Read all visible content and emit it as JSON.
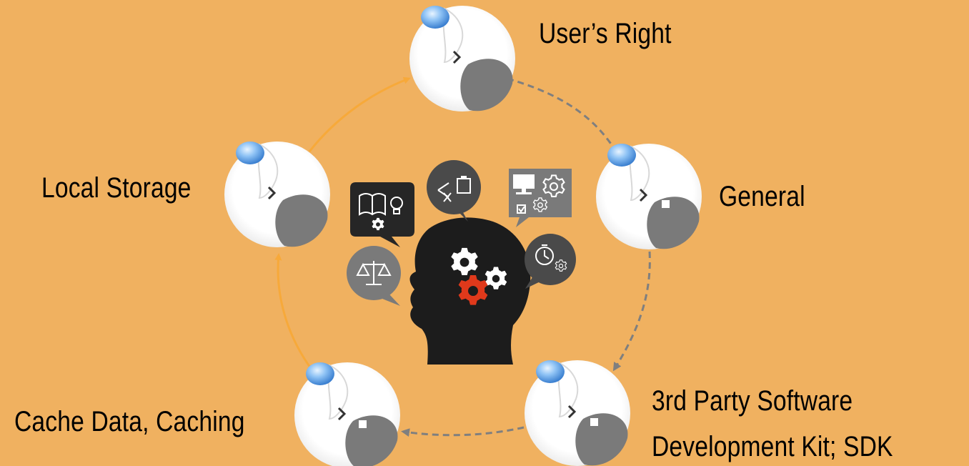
{
  "colors": {
    "background": "#f0b160",
    "solid_arrow": "#f7a93a",
    "dashed_arrow": "#7f7f7f",
    "node_fill": "#ffffff",
    "node_shadow": "#7a7a7a",
    "head": "#1c1c1c",
    "bubble_dark": "#262626",
    "bubble_grey": "#4a4a4a",
    "bubble_light": "#7a7a7a",
    "gear_white": "#ffffff",
    "gear_red": "#e0391b"
  },
  "nodes": [
    {
      "id": "users-right",
      "label": "User’s Right"
    },
    {
      "id": "general",
      "label": "General"
    },
    {
      "id": "sdk",
      "label_line1": "3rd Party Software",
      "label_line2": "Development Kit; SDK"
    },
    {
      "id": "cache",
      "label": "Cache Data, Caching"
    },
    {
      "id": "local-storage",
      "label": "Local Storage"
    }
  ],
  "center": {
    "icons": [
      "open-book-icon",
      "lightbulb-icon",
      "gear-icon",
      "scissors-icon",
      "clipboard-icon",
      "monitor-icon",
      "checkbox-icon",
      "scales-icon",
      "stopwatch-icon",
      "head-gears-icon"
    ]
  }
}
